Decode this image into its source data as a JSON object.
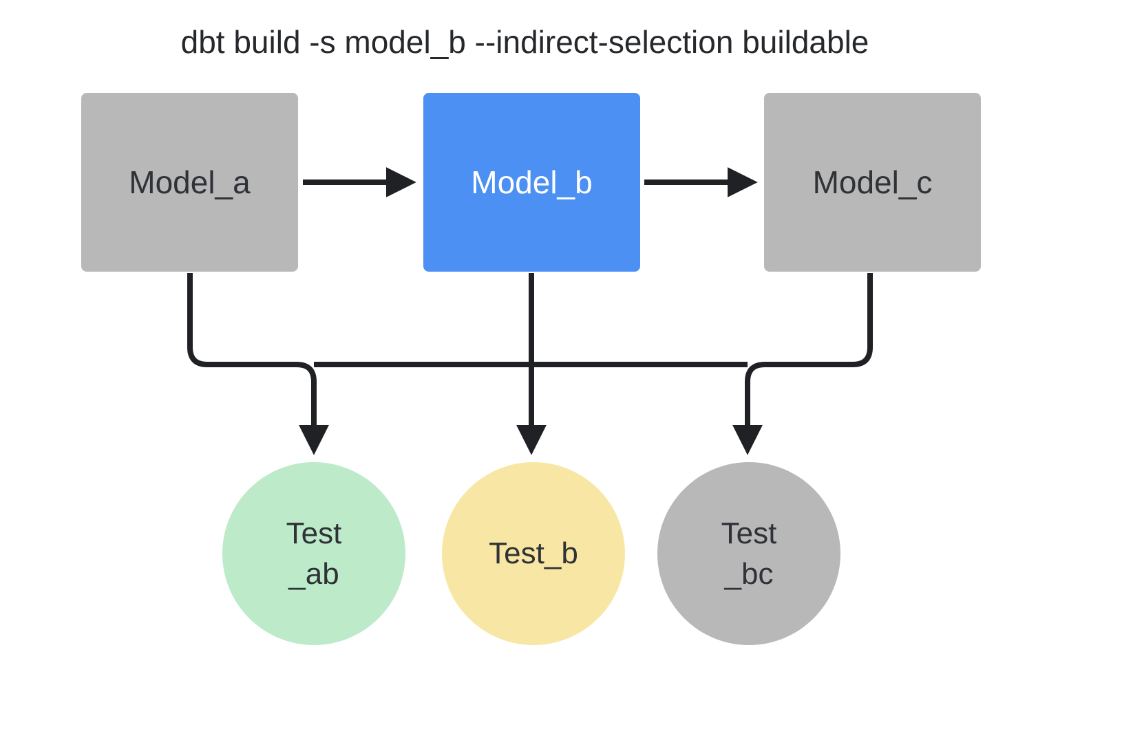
{
  "title": "dbt build -s model_b --indirect-selection buildable",
  "colors": {
    "background": "#ffffff",
    "line": "#1f2124",
    "title_text": "#26282b"
  },
  "models": [
    {
      "label": "Model_a",
      "fill": "#b8b8b8",
      "text_color": "#2f3237"
    },
    {
      "label": "Model_b",
      "fill": "#4b90f2",
      "text_color": "#ffffff"
    },
    {
      "label": "Model_c",
      "fill": "#b8b8b8",
      "text_color": "#2f3237"
    }
  ],
  "tests": [
    {
      "label": "Test\n_ab",
      "fill": "#bdebca",
      "text_color": "#2f3237"
    },
    {
      "label": "Test_b",
      "fill": "#f8e7a4",
      "text_color": "#2f3237"
    },
    {
      "label": "Test\n_bc",
      "fill": "#b8b8b8",
      "text_color": "#2f3237"
    }
  ]
}
